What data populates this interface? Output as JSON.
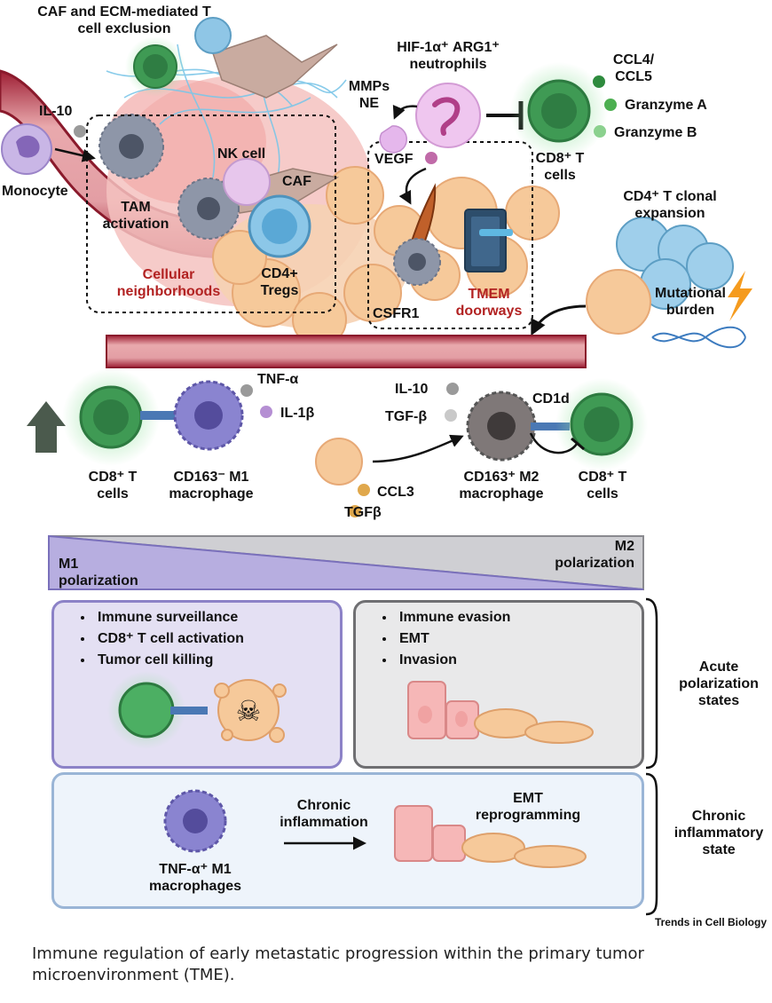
{
  "labels": {
    "caf_exclusion": "CAF and ECM-mediated T cell exclusion",
    "il10_top": "IL-10",
    "monocyte": "Monocyte",
    "tam_activation": "TAM activation",
    "nk_cell": "NK cell",
    "caf": "CAF",
    "cd4_tregs": "CD4+ Tregs",
    "cellular_neighborhoods": "Cellular neighborhoods",
    "hif_neutrophils": "HIF-1α⁺ ARG1⁺ neutrophils",
    "mmps_ne": "MMPs NE",
    "vegf": "VEGF",
    "csfr1": "CSFR1",
    "tmem_doorways": "TMEM doorways",
    "ccl4_ccl5": "CCL4/ CCL5",
    "granzyme_a": "Granzyme A",
    "granzyme_b": "Granzyme B",
    "cd8_t_cells_top": "CD8⁺ T cells",
    "cd4_clonal": "CD4⁺ T clonal expansion",
    "mutational_burden": "Mutational burden",
    "tnf_alpha": "TNF-α",
    "il1b": "IL-1β",
    "cd8_left": "CD8⁺ T cells",
    "cd163neg_m1": "CD163⁻ M1 macrophage",
    "il10_mid": "IL-10",
    "tgfb_mid": "TGF-β",
    "cd1d": "CD1d",
    "ccl3": "CCL3",
    "tgfb_low": "TGFβ",
    "cd163pos_m2": "CD163⁺ M2 macrophage",
    "cd8_right": "CD8⁺ T cells",
    "m1_polarization": "M1 polarization",
    "m2_polarization": "M2 polarization",
    "acute_states": "Acute polarization states",
    "chronic_state": "Chronic inflammatory state",
    "chronic_inflammation": "Chronic inflammation",
    "emt_reprogramming": "EMT reprogramming",
    "tnf_m1_macrophages": "TNF-α⁺ M1 macrophages",
    "credit": "Trends in Cell Biology"
  },
  "m1_panel": {
    "bullets": [
      "Immune surveillance",
      "CD8⁺ T cell activation",
      "Tumor cell killing"
    ]
  },
  "m2_panel": {
    "bullets": [
      "Immune evasion",
      "EMT",
      "Invasion"
    ]
  },
  "caption": "Immune regulation of early metastatic progression within the primary tumor microenvironment (TME).",
  "colors": {
    "vessel": "#b8324a",
    "m1_purple": "#b7aee0",
    "m2_grey": "#cfcfd3",
    "cd8_green": "#5cb870",
    "macrophage_purple": "#7a74c4",
    "tumor_peach": "#f6c99a"
  }
}
